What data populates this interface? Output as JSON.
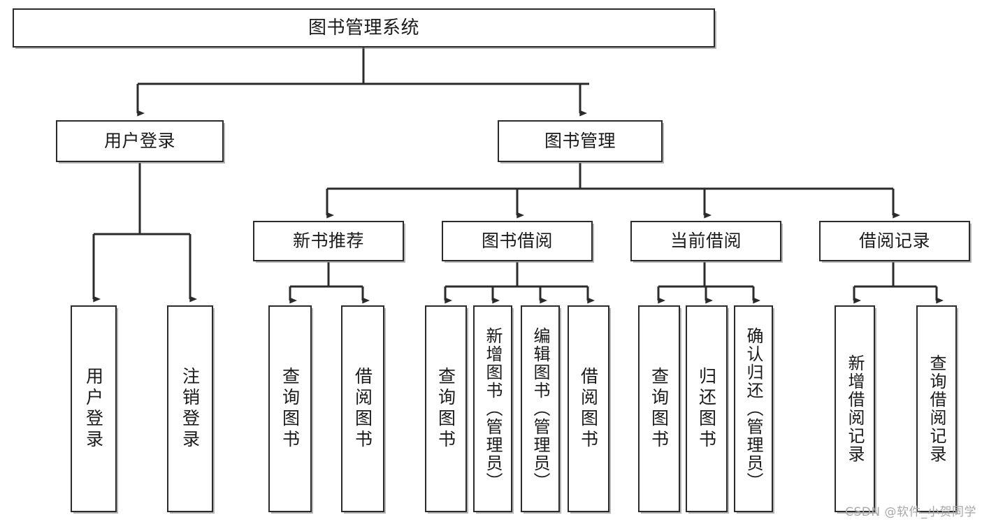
{
  "diagram": {
    "title": "图书管理系统",
    "type": "tree",
    "watermark": "CSDN @软件_小贺同学",
    "stroke_color": "#2b2b2b",
    "fill_color": "#ffffff",
    "text_color": "#1a1a1a",
    "levels": {
      "root": {
        "label": "图书管理系统"
      },
      "level2": [
        {
          "label": "用户登录"
        },
        {
          "label": "图书管理"
        }
      ],
      "level3": [
        {
          "label": "新书推荐"
        },
        {
          "label": "图书借阅"
        },
        {
          "label": "当前借阅"
        },
        {
          "label": "借阅记录"
        }
      ],
      "leaves": {
        "user_login": [
          {
            "label": "用户登录"
          },
          {
            "label": "注销登录"
          }
        ],
        "new_book_recommend": [
          {
            "label": "查询图书"
          },
          {
            "label": "借阅图书"
          }
        ],
        "book_borrow": [
          {
            "label": "查询图书"
          },
          {
            "label": "新增图书（管理员）"
          },
          {
            "label": "编辑图书（管理员）"
          },
          {
            "label": "借阅图书"
          }
        ],
        "current_borrow": [
          {
            "label": "查询图书"
          },
          {
            "label": "归还图书"
          },
          {
            "label": "确认归还（管理员）"
          }
        ],
        "borrow_record": [
          {
            "label": "新增借阅记录"
          },
          {
            "label": "查询借阅记录"
          }
        ]
      }
    }
  }
}
